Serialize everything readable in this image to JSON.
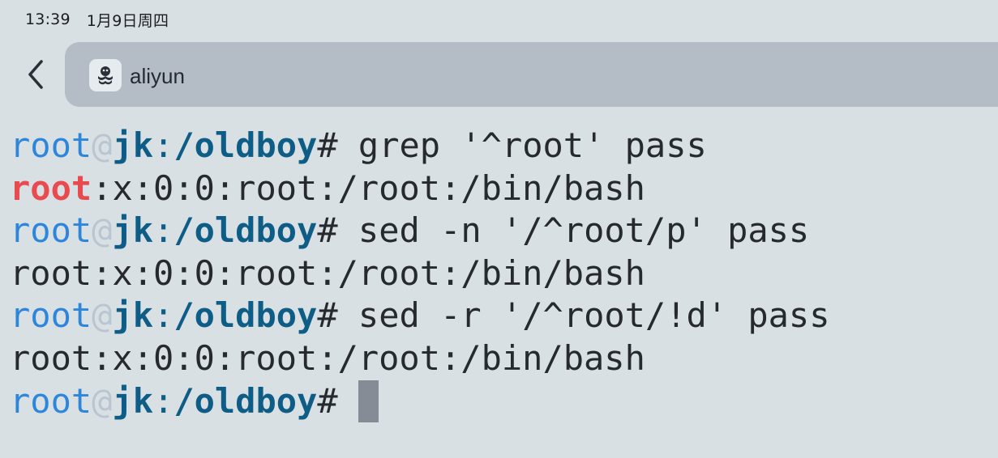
{
  "status_bar": {
    "time": "13:39",
    "date": "1月9日周四"
  },
  "tab": {
    "title": "aliyun",
    "icon": "octopus-logo-icon"
  },
  "back_button": {
    "icon": "chevron-left-icon"
  },
  "prompt": {
    "user": "root",
    "at": "@",
    "host": "jk",
    "colon": ":",
    "path": "/oldboy",
    "hash": "# "
  },
  "terminal": {
    "lines": [
      {
        "type": "prompt",
        "command": "grep '^root' pass"
      },
      {
        "type": "output_match",
        "match": "root",
        "rest": ":x:0:0:root:/root:/bin/bash"
      },
      {
        "type": "prompt",
        "command": "sed -n '/^root/p' pass"
      },
      {
        "type": "output",
        "text": "root:x:0:0:root:/root:/bin/bash"
      },
      {
        "type": "prompt",
        "command": "sed -r '/^root/!d' pass"
      },
      {
        "type": "output",
        "text": "root:x:0:0:root:/root:/bin/bash"
      },
      {
        "type": "prompt_cursor",
        "command": ""
      }
    ]
  },
  "colors": {
    "background": "#d9e0e4",
    "tab_pill": "#b4bcc5",
    "prompt_user": "#2e86db",
    "prompt_host_path": "#0e5d86",
    "grep_match": "#e84a4e",
    "cursor": "#858c96"
  }
}
